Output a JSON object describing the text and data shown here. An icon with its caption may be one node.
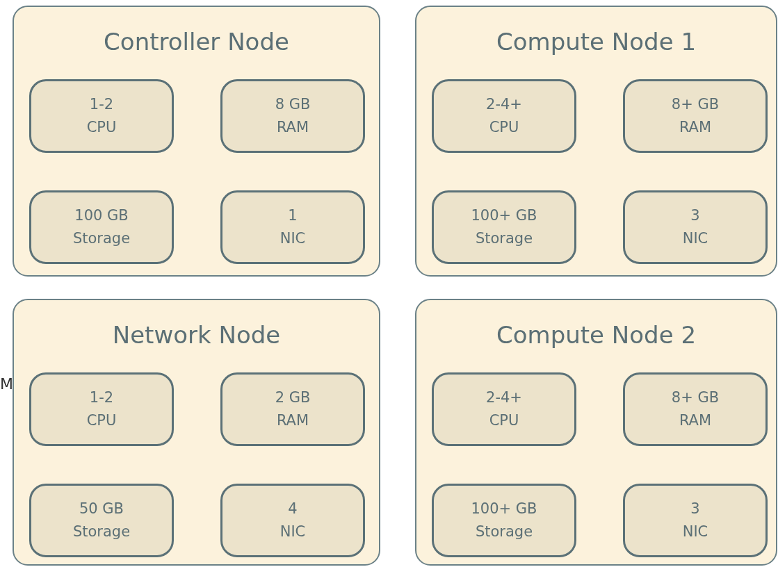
{
  "diagram": {
    "nodes": [
      {
        "text": [
          "Controller Node"
        ]
      },
      {
        "text": [
          "1-2",
          "CPU"
        ],
        "in": 0
      },
      {
        "text": [
          "8 GB",
          "RAM"
        ],
        "in": 0
      },
      {
        "text": [
          "100 GB",
          "Storage"
        ],
        "in": 0
      },
      {
        "text": [
          "1",
          "NIC"
        ],
        "in": 0
      },
      {
        "text": [
          "Compute Node 1"
        ]
      },
      {
        "text": [
          "2-4+",
          "CPU"
        ],
        "in": 5
      },
      {
        "text": [
          "8+ GB",
          "RAM"
        ],
        "in": 5
      },
      {
        "text": [
          "100+ GB",
          "Storage"
        ],
        "in": 5
      },
      {
        "text": [
          "3",
          "NIC"
        ],
        "in": 5
      },
      {
        "text": [
          "Network Node"
        ]
      },
      {
        "text": [
          "1-2",
          "CPU"
        ],
        "in": 10
      },
      {
        "text": [
          "2 GB",
          "RAM"
        ],
        "in": 10
      },
      {
        "text": [
          "50 GB",
          "Storage"
        ],
        "in": 10
      },
      {
        "text": [
          "4",
          "NIC"
        ],
        "in": 10
      },
      {
        "text": [
          "Compute Node 2"
        ]
      },
      {
        "text": [
          "2-4+",
          "CPU"
        ],
        "in": 15
      },
      {
        "text": [
          "8+ GB",
          "RAM"
        ],
        "in": 15
      },
      {
        "text": [
          "100+ GB",
          "Storage"
        ],
        "in": 15
      },
      {
        "text": [
          "3",
          "NIC"
        ],
        "in": 15
      }
    ],
    "edges": [],
    "labels": [
      "M"
    ]
  }
}
